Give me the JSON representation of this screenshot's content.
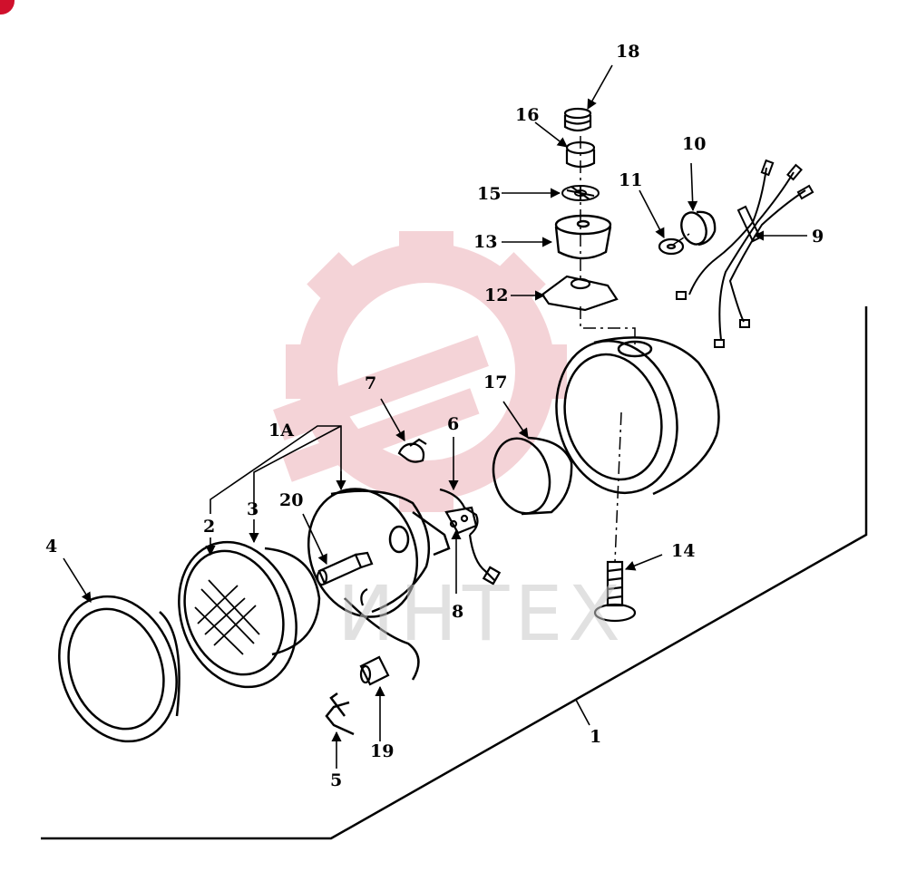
{
  "diagram": {
    "callouts": {
      "c1": "1",
      "c1a": "1A",
      "c2": "2",
      "c3": "3",
      "c4": "4",
      "c5": "5",
      "c6": "6",
      "c7": "7",
      "c8": "8",
      "c9": "9",
      "c10": "10",
      "c11": "11",
      "c12": "12",
      "c13": "13",
      "c14": "14",
      "c15": "15",
      "c16": "16",
      "c17": "17",
      "c18": "18",
      "c19": "19",
      "c20": "20"
    },
    "watermark": {
      "text": "ИНТЕХ",
      "logo_color": "#e8a0a8",
      "text_color": "#c9c9c9"
    },
    "line_color": "#000000",
    "badge_color": "#d0102c"
  }
}
